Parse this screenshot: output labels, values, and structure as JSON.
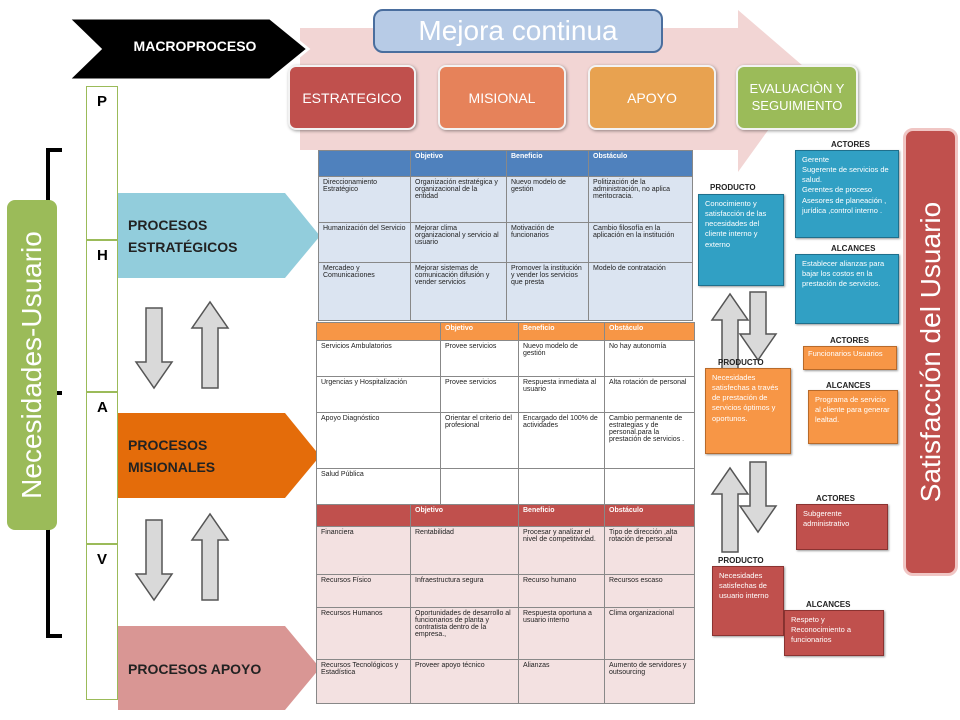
{
  "header": {
    "macroproceso": "MACROPROCESO",
    "mejora": "Mejora continua",
    "categories": [
      "ESTRATEGICO",
      "MISIONAL",
      "APOYO",
      "EVALUACIÒN Y SEGUIMIENTO"
    ]
  },
  "colors": {
    "estrategico": "#c0504d",
    "misional": "#e6825a",
    "apoyo": "#e8a250",
    "evaluacion": "#9bbb59",
    "blue": "#31a0c4",
    "orange": "#e46c0a",
    "pink": "#d99694"
  },
  "phva": [
    "P",
    "H",
    "A",
    "V"
  ],
  "left_label": "Necesidades-Usuario",
  "right_label": "Satisfacción del Usuario",
  "processes": {
    "estrategicos": "PROCESOS ESTRATÉGICOS",
    "misionales": "PROCESOS MISIONALES",
    "apoyo": "PROCESOS APOYO"
  },
  "table_estrategico": {
    "headers": [
      "",
      "Objetivo",
      "Beneficio",
      "Obstáculo"
    ],
    "rows": [
      [
        "Direccionamiento Estratégico",
        "Organización estratégica y organizacional de la entidad",
        "Nuevo modelo de gestión",
        "Politización de la administración, no aplica meritocracia."
      ],
      [
        "Humanización del Servicio",
        "Mejorar clima organizacional y servicio al usuario",
        "Motivación de funcionarios",
        "Cambio filosofía en la aplicación en la institución"
      ],
      [
        "Mercadeo y Comunicaciones",
        "Mejorar sistemas de comunicación difusión y vender servicios",
        "Promover la institución y vender los servicios que presta",
        "Modelo de contratación"
      ]
    ]
  },
  "table_misional": {
    "headers": [
      "",
      "Objetivo",
      "Beneficio",
      "Obstáculo"
    ],
    "rows": [
      [
        "Servicios Ambulatorios",
        "Provee servicios",
        "Nuevo modelo de gestión",
        "No hay autonomía"
      ],
      [
        "Urgencias y Hospitalización",
        "Provee servicios",
        "Respuesta inmediata al usuario",
        "Alta rotación de personal"
      ],
      [
        "Apoyo Diagnóstico",
        "Orientar el criterio del profesional",
        "Encargado del 100% de actividades",
        "Cambio permanente de estrategias y de personal.para la prestación de servicios ."
      ],
      [
        "Salud Pública",
        "",
        "",
        ""
      ]
    ]
  },
  "table_apoyo": {
    "headers": [
      "",
      "Objetivo",
      "Beneficio",
      "Obstáculo"
    ],
    "rows": [
      [
        "Financiera",
        "Rentabilidad",
        "Procesar y analizar el nivel de competitividad.",
        "Tipo de dirección ,alta rotación de personal"
      ],
      [
        "Recursos Físico",
        "Infraestructura segura",
        "Recurso humano",
        "Recursos escaso"
      ],
      [
        "Recursos Humanos",
        "Oportunidades de desarrollo al funcionarios de planta y contratista dentro de la empresa.,",
        "Respuesta oportuna a usuario interno",
        "Clima organizacional"
      ],
      [
        "Recursos Tecnológicos y Estadística",
        "Proveer apoyo técnico",
        "Alianzas",
        "Aumento de servidores y outsourcing"
      ]
    ]
  },
  "side": {
    "labels": {
      "producto": "PRODUCTO",
      "actores": "ACTORES",
      "alcances": "ALCANCES"
    },
    "producto1": "Conocimiento y satisfacción de las necesidades del cliente interno y externo",
    "actores1": "Gerente\nSugerente de servicios de salud.\nGerentes de proceso\nAsesores de planeación , jurídica ,control interno .",
    "alcances1": "Establecer alianzas para bajar los costos en la prestación de servicios.",
    "producto2": "Necesidades satisfechas a través de prestación de servicios óptimos y oportunos.",
    "actores2": "Funcionarios Usuarios",
    "alcances2": "Programa de servicio al cliente para generar lealtad.",
    "producto3": "Necesidades satisfechas de usuario interno",
    "actores3": "Subgerente administrativo",
    "alcances3": "Respeto y Reconocimiento a funcionarios"
  }
}
